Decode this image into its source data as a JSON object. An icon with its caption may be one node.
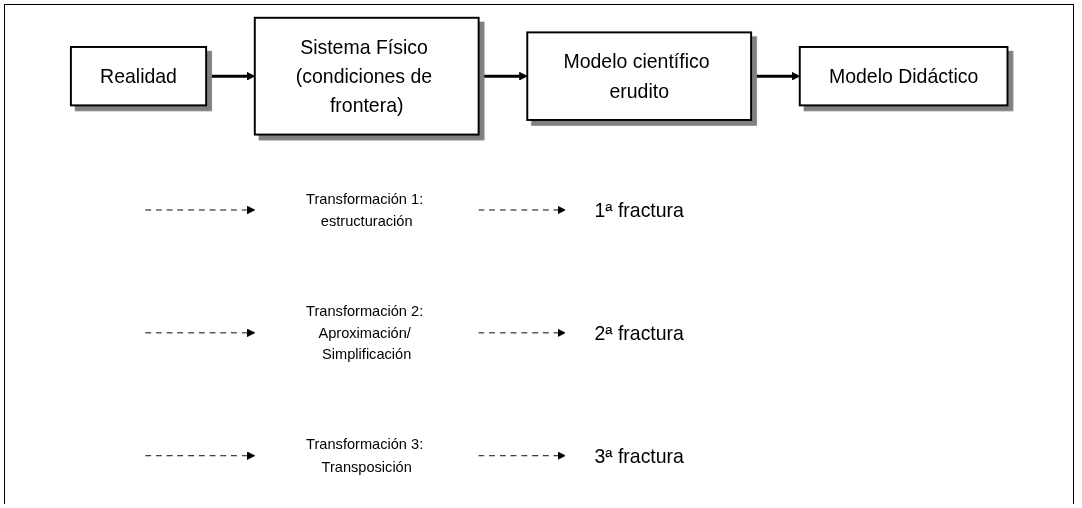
{
  "diagram": {
    "nodes": [
      {
        "text": [
          "Realidad"
        ]
      },
      {
        "text": [
          "Sistema Físico (condiciones de frontera)"
        ]
      },
      {
        "text": [
          "Modelo científico erudito"
        ]
      },
      {
        "text": [
          "Modelo Didáctico"
        ]
      },
      {
        "text": [
          "Transformación 1: estructuración"
        ]
      },
      {
        "text": [
          "1ª fractura"
        ]
      },
      {
        "text": [
          "Transformación 2: Aproximación/ Simplificación"
        ]
      },
      {
        "text": [
          "2ª fractura"
        ]
      },
      {
        "text": [
          "Transformación 3: Transposición"
        ]
      },
      {
        "text": [
          "3ª fractura"
        ]
      }
    ],
    "edges": [
      {
        "from": 0,
        "to": 1,
        "arrow": "to",
        "style": "thick"
      },
      {
        "from": 1,
        "to": 2,
        "arrow": "to",
        "style": "thick"
      },
      {
        "from": 2,
        "to": 3,
        "arrow": "to",
        "style": "thick"
      },
      {
        "from": null,
        "to": 4,
        "arrow": "to",
        "style": "dashed"
      },
      {
        "from": 4,
        "to": 5,
        "arrow": "to",
        "style": "dashed"
      },
      {
        "from": null,
        "to": 6,
        "arrow": "to",
        "style": "dashed"
      },
      {
        "from": 6,
        "to": 7,
        "arrow": "to",
        "style": "dashed"
      },
      {
        "from": null,
        "to": 8,
        "arrow": "to",
        "style": "dashed"
      },
      {
        "from": 8,
        "to": 9,
        "arrow": "to",
        "style": "dashed"
      }
    ]
  }
}
